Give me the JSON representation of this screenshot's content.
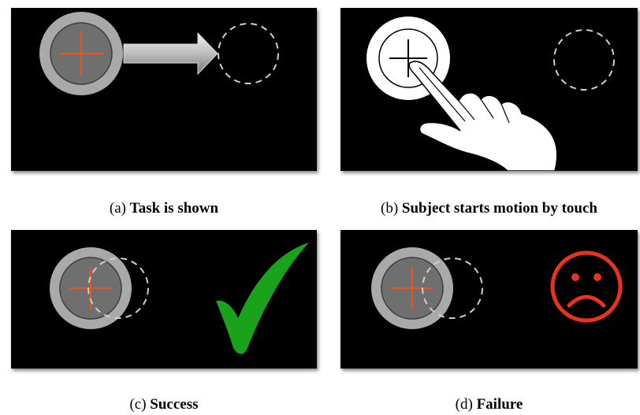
{
  "colors": {
    "panel_bg": "#000000",
    "outer_ring": "#a9a9a9",
    "inner_disc": "#6f6f6f",
    "crosshair": "#e8561c",
    "target_dash": "#cfcfcf",
    "check": "#1aa31a",
    "frown": "#e8341c",
    "hand": "#ffffff"
  },
  "panels": [
    {
      "id": "a",
      "label": "(a)",
      "title": "Task is shown",
      "icons": [
        "cursor-ring",
        "arrow-right",
        "dashed-target-circle"
      ]
    },
    {
      "id": "b",
      "label": "(b)",
      "title": "Subject starts motion by touch",
      "icons": [
        "touched-cursor-ring",
        "pointing-hand",
        "dashed-target-circle"
      ]
    },
    {
      "id": "c",
      "label": "(c)",
      "title": "Success",
      "icons": [
        "cursor-ring",
        "dashed-target-circle",
        "check-mark"
      ]
    },
    {
      "id": "d",
      "label": "(d)",
      "title": "Failure",
      "icons": [
        "cursor-ring",
        "dashed-target-circle",
        "sad-face"
      ]
    }
  ]
}
